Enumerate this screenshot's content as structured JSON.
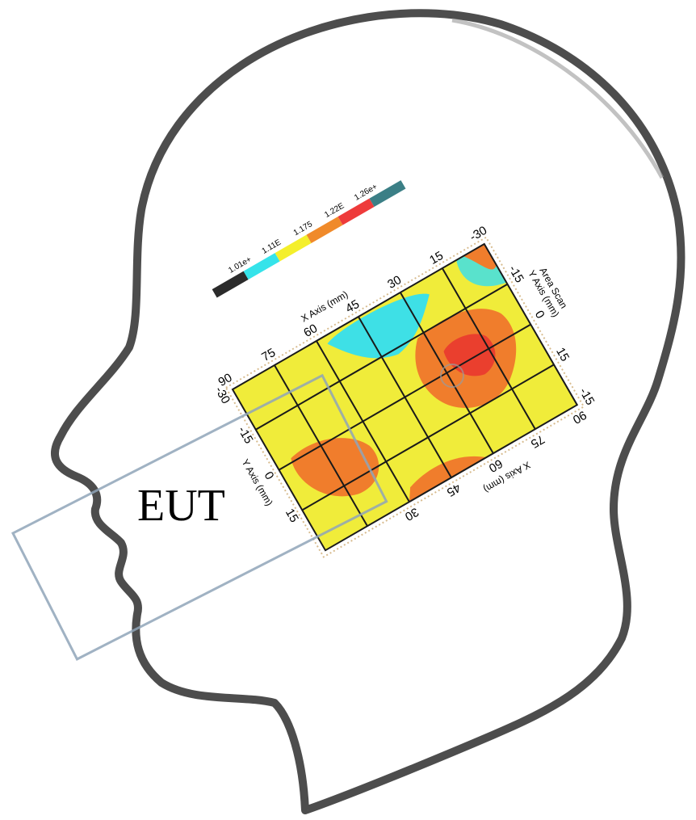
{
  "eut_label": "EUT",
  "scan": {
    "title": "Area Scan",
    "x_axis": {
      "title_top": "X Axis (mm)",
      "title_bottom": "X Axis (mm)",
      "top_ticks": [
        "90",
        "75",
        "60",
        "45",
        "30",
        "15",
        "-30"
      ],
      "bottom_ticks": [
        "30",
        "45",
        "60",
        "75",
        "90"
      ]
    },
    "y_axis": {
      "title_left": "Y Axis (mm)",
      "title_right": "Y Axis (mm)",
      "left_ticks": [
        "-30",
        "-15",
        "0",
        "15"
      ],
      "right_ticks": [
        "-15",
        "0",
        "15",
        "-15"
      ]
    },
    "legend": {
      "values": [
        "1.01e+",
        "1.11E",
        "1.175",
        "1.22E",
        "1.26e+"
      ],
      "colors": [
        "#2b2b2b",
        "#35e3ea",
        "#f4ef2b",
        "#f08a2a",
        "#ee3b3b",
        "#3b7f86"
      ]
    },
    "colors": {
      "background": "#f0ec3a",
      "cyan": "#3ee0e6",
      "orange": "#f07d2c",
      "red": "#ea3f2e",
      "grid": "#1a1a1a"
    }
  }
}
